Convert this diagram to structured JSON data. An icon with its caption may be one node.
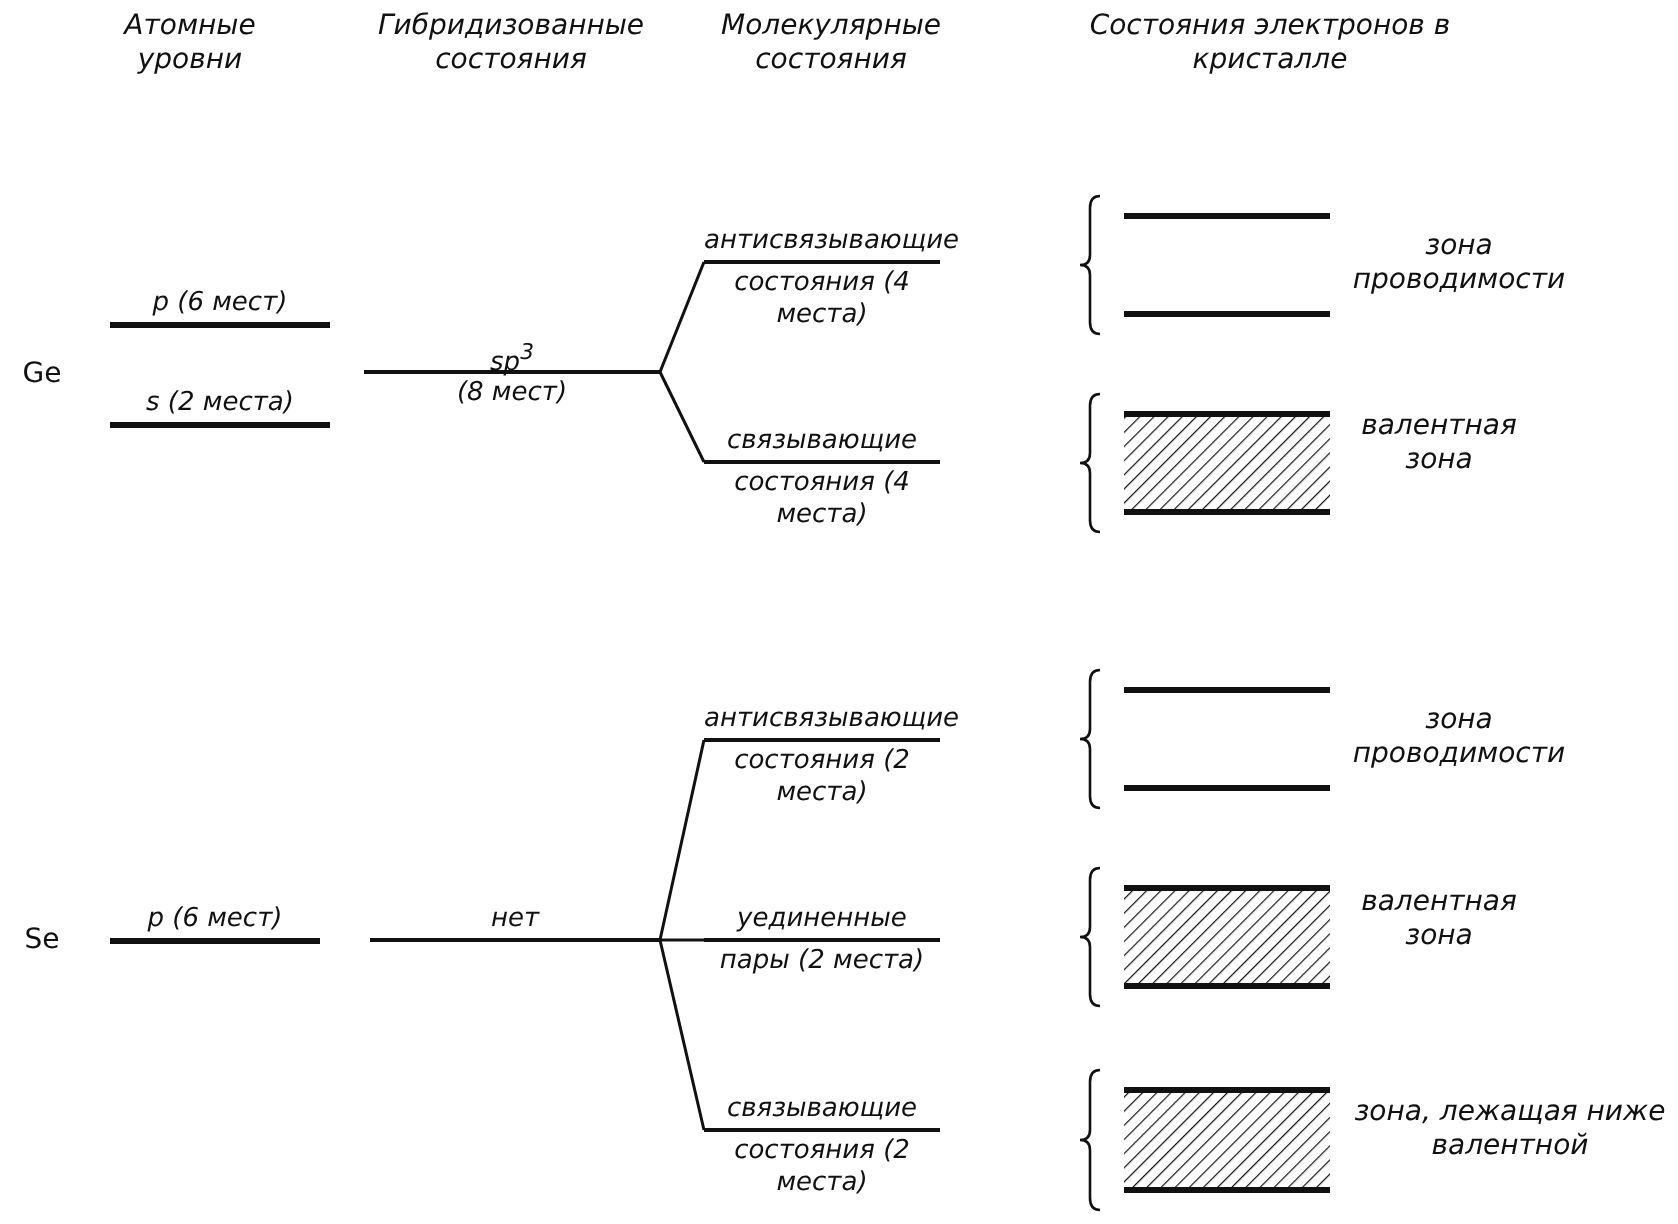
{
  "diagram": {
    "nodes": [
      {
        "text": [
          "p (6 мест)"
        ]
      },
      {
        "text": [
          "s (2 места)"
        ]
      },
      {
        "text": [
          "sp$^{3}$",
          "(8 мест)"
        ]
      },
      {
        "text": [
          "антисвязывающие",
          "состояния (4 места)"
        ]
      },
      {
        "text": [
          "связывающие",
          "состояния (4 места)"
        ]
      },
      {
        "text": [
          "p (6 мест)"
        ]
      },
      {
        "text": [
          "нет"
        ]
      },
      {
        "text": [
          "антисвязывающие",
          "состояния (2 места)"
        ]
      },
      {
        "text": [
          "уединенные",
          "пары (2 места)"
        ]
      },
      {
        "text": [
          "связывающие",
          "состояния (2 места)"
        ]
      }
    ],
    "edges": [
      {
        "from": 2,
        "to": 3,
        "arrow": "none"
      },
      {
        "from": 2,
        "to": 4,
        "arrow": "none"
      },
      {
        "from": 6,
        "to": 7,
        "arrow": "none"
      },
      {
        "from": 6,
        "to": 8,
        "arrow": "none"
      },
      {
        "from": 6,
        "to": 9,
        "arrow": "none"
      }
    ],
    "labels": [
      "Атомные уровни",
      "Гибридизованные состояния",
      "Молекулярные состояния",
      "Состояния электронов в кристалле",
      "Ge",
      "Se",
      "зона проводимости",
      "валентная зона",
      "зона проводимости",
      "валентная зона",
      "зона, лежащая ниже валентной"
    ]
  }
}
